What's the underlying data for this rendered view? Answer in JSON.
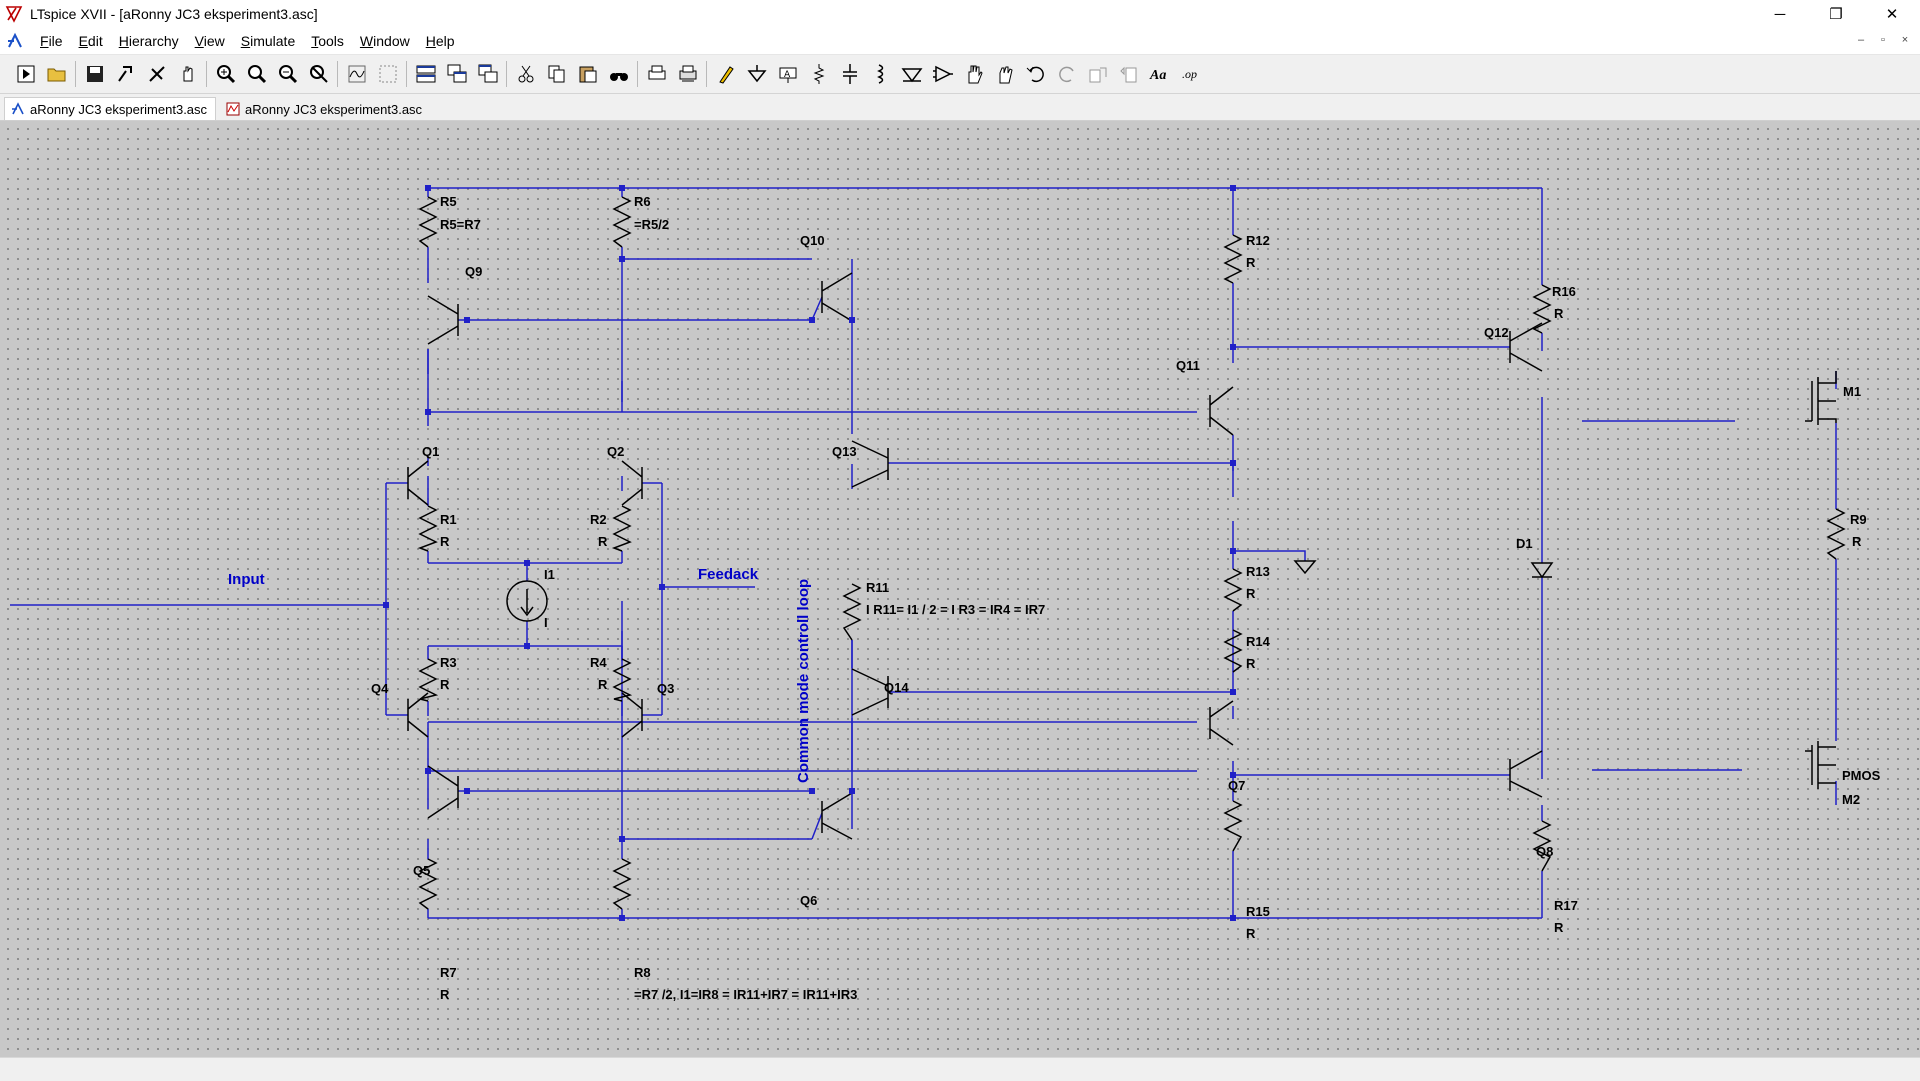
{
  "window": {
    "title": "LTspice XVII - [aRonny JC3 eksperiment3.asc]",
    "controls": [
      "─",
      "❐",
      "✕"
    ]
  },
  "menu": {
    "items": [
      "File",
      "Edit",
      "Hierarchy",
      "View",
      "Simulate",
      "Tools",
      "Window",
      "Help"
    ],
    "mdi_controls": [
      "–",
      "▫",
      "×"
    ]
  },
  "toolbar": {
    "icons": [
      "run-icon",
      "open-icon",
      "save-icon",
      "control-panel-icon",
      "halt-icon",
      "pan-icon",
      "zoom-in-icon",
      "zoom-out-icon",
      "zoom-back-icon",
      "zoom-fit-icon",
      "autorange-icon",
      "zoom-area-icon",
      "tile-horizontal-icon",
      "cascade-icon",
      "tile-vertical-icon",
      "cut-icon",
      "copy-icon",
      "paste-icon",
      "find-icon",
      "print-icon",
      "print-preview-icon",
      "wire-icon",
      "ground-icon",
      "label-net-icon",
      "resistor-icon",
      "capacitor-icon",
      "inductor-icon",
      "diode-icon",
      "component-icon",
      "move-icon",
      "drag-icon",
      "undo-icon",
      "redo-icon",
      "rotate-icon",
      "mirror-icon",
      "text-icon",
      "spice-directive-icon"
    ]
  },
  "tabs": [
    {
      "label": "aRonny JC3 eksperiment3.asc",
      "icon": "schematic-icon",
      "active": true
    },
    {
      "label": "aRonny JC3 eksperiment3.asc",
      "icon": "waveform-icon",
      "active": false
    }
  ],
  "colors": {
    "wire": "#2020c8",
    "canvas": "#c8c8c8",
    "component": "#000000",
    "netlabel": "#0000c8"
  },
  "schematic": {
    "components": {
      "R5": {
        "name": "R5",
        "value": "R5=R7"
      },
      "R6": {
        "name": "R6",
        "value": "=R5/2"
      },
      "Q9": {
        "name": "Q9"
      },
      "Q10": {
        "name": "Q10"
      },
      "Q1": {
        "name": "Q1"
      },
      "Q2": {
        "name": "Q2"
      },
      "R1": {
        "name": "R1",
        "value": "R"
      },
      "R2": {
        "name": "R2",
        "value": "R"
      },
      "I1": {
        "name": "I1",
        "value": "I"
      },
      "R3": {
        "name": "R3",
        "value": "R"
      },
      "R4": {
        "name": "R4",
        "value": "R"
      },
      "Q4": {
        "name": "Q4"
      },
      "Q3": {
        "name": "Q3"
      },
      "Q5": {
        "name": "Q5"
      },
      "Q6": {
        "name": "Q6"
      },
      "R7": {
        "name": "R7",
        "value": "R"
      },
      "R8": {
        "name": "R8",
        "value": "=R7 /2,   I1=IR8 = IR11+IR7 = IR11+IR3"
      },
      "Q13": {
        "name": "Q13"
      },
      "R11": {
        "name": "R11",
        "value": "I R11= I1 / 2  = I R3 = IR4 = IR7"
      },
      "Q14": {
        "name": "Q14"
      },
      "Q11": {
        "name": "Q11"
      },
      "R12": {
        "name": "R12",
        "value": "R"
      },
      "R13": {
        "name": "R13",
        "value": "R"
      },
      "R14": {
        "name": "R14",
        "value": "R"
      },
      "Q7": {
        "name": "Q7"
      },
      "R15": {
        "name": "R15",
        "value": "R"
      },
      "R16": {
        "name": "R16",
        "value": "R"
      },
      "Q12": {
        "name": "Q12"
      },
      "D1": {
        "name": "D1"
      },
      "Q8": {
        "name": "Q8"
      },
      "R17": {
        "name": "R17",
        "value": "R"
      },
      "M1": {
        "name": "M1"
      },
      "R9": {
        "name": "R9",
        "value": "R"
      },
      "M2": {
        "name": "M2",
        "value": "PMOS"
      }
    },
    "net_labels": {
      "input": "Input",
      "feedback": "Feedack"
    },
    "comment": "Common mode controll loop"
  }
}
